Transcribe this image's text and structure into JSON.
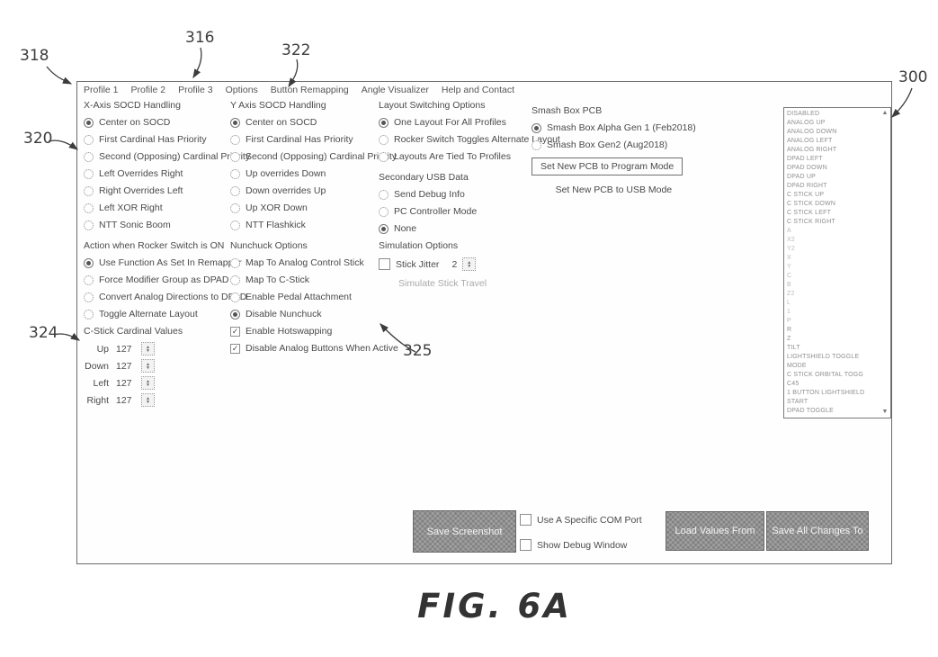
{
  "caption": "FIG. 6A",
  "ref_labels": {
    "r300": "300",
    "r316": "316",
    "r318": "318",
    "r320": "320",
    "r322": "322",
    "r324": "324",
    "r325": "325"
  },
  "menu": {
    "items": [
      "Profile 1",
      "Profile 2",
      "Profile 3",
      "Options",
      "Button Remapping",
      "Angle Visualizer",
      "Help and Contact"
    ]
  },
  "x_socd": {
    "title": "X-Axis SOCD Handling",
    "options": [
      "Center on SOCD",
      "First Cardinal Has Priority",
      "Second (Opposing) Cardinal Priority",
      "Left Overrides Right",
      "Right Overrides Left",
      "Left XOR Right",
      "NTT Sonic Boom"
    ],
    "selected_index": 0
  },
  "y_socd": {
    "title": "Y Axis SOCD Handling",
    "options": [
      "Center on SOCD",
      "First Cardinal Has Priority",
      "Second (Opposing) Cardinal Priority",
      "Up overrides Down",
      "Down overrides Up",
      "Up XOR Down",
      "NTT Flashkick"
    ],
    "selected_index": 0
  },
  "layout_switching": {
    "title": "Layout Switching Options",
    "options": [
      "One Layout For All Profiles",
      "Rocker Switch Toggles Alternate Layout",
      "Layouts Are Tied To Profiles"
    ],
    "selected_index": 0
  },
  "secondary_usb": {
    "title": "Secondary USB Data",
    "options": [
      "Send Debug Info",
      "PC Controller Mode",
      "None"
    ],
    "selected_index": 2
  },
  "rocker": {
    "title": "Action when Rocker Switch is ON",
    "options": [
      "Use Function As Set In Remapper",
      "Force Modifier Group as DPAD",
      "Convert Analog Directions to DPAD",
      "Toggle Alternate Layout"
    ],
    "selected_index": 0
  },
  "nunchuck": {
    "title": "Nunchuck Options",
    "radio_options": [
      "Map To Analog Control Stick",
      "Map To C-Stick",
      "Enable Pedal Attachment",
      "Disable Nunchuck"
    ],
    "selected_index": 3,
    "checkboxes": [
      {
        "label": "Enable Hotswapping",
        "checked": true
      },
      {
        "label": "Disable Analog Buttons When Active",
        "checked": true
      }
    ]
  },
  "simulation": {
    "title": "Simulation Options",
    "jitter_label": "Stick Jitter",
    "jitter_value": "2",
    "jitter_checked": false,
    "travel_label": "Simulate Stick Travel"
  },
  "cstick": {
    "title": "C-Stick Cardinal Values",
    "rows": [
      {
        "label": "Up",
        "value": "127"
      },
      {
        "label": "Down",
        "value": "127"
      },
      {
        "label": "Left",
        "value": "127"
      },
      {
        "label": "Right",
        "value": "127"
      }
    ]
  },
  "pcb": {
    "title": "Smash Box PCB",
    "options": [
      "Smash Box Alpha Gen 1 (Feb2018)",
      "Smash Box Gen2 (Aug2018)"
    ],
    "selected_index": 0,
    "program_button": "Set New PCB to Program Mode",
    "usb_button": "Set New PCB to USB Mode"
  },
  "function_list": {
    "items": [
      "DISABLED",
      "ANALOG UP",
      "ANALOG DOWN",
      "ANALOG LEFT",
      "ANALOG RIGHT",
      "DPAD LEFT",
      "DPAD DOWN",
      "DPAD UP",
      "DPAD RIGHT",
      "C STICK UP",
      "C STICK DOWN",
      "C STICK LEFT",
      "C STICK RIGHT",
      "A",
      "X2",
      "Y2",
      "X",
      "Y",
      "C",
      "B",
      "Z2",
      "L",
      "1",
      "P",
      "R",
      "Z",
      "TILT",
      "LIGHTSHIELD TOGGLE",
      "MODE",
      "C STICK ORBITAL TOGG",
      "C45",
      "1 BUTTON LIGHTSHIELD",
      "START",
      "DPAD TOGGLE"
    ]
  },
  "footer": {
    "save_screenshot": "Save Screenshot",
    "com_port": "Use A Specific COM Port",
    "debug_window": "Show Debug Window",
    "load_values": "Load Values From",
    "save_all": "Save All Changes To"
  },
  "colors": {
    "button_gray": "#919191",
    "ink": "#4a4a4a"
  }
}
